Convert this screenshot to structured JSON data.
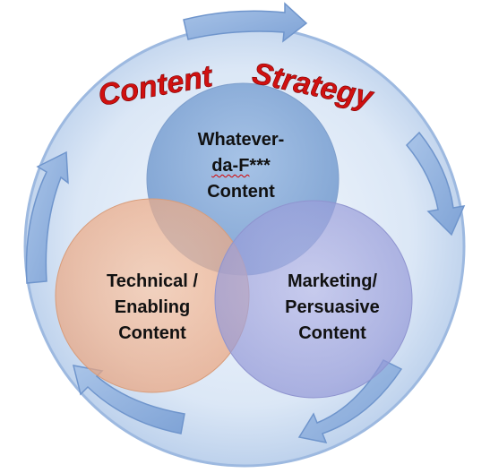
{
  "title": {
    "word1": "Content",
    "word2": "Strategy",
    "color": "#d01010"
  },
  "circles": {
    "top": {
      "line1": "Whatever-",
      "line2_underlined": "da-F",
      "line2_rest": "***",
      "line3": "Content",
      "color": "#7fa6d6"
    },
    "left": {
      "line1": "Technical /",
      "line2": "Enabling",
      "line3": "Content",
      "color": "#f2b38e"
    },
    "right": {
      "line1": "Marketing/",
      "line2": "Persuasive",
      "line3": "Content",
      "color": "#9ea3dc"
    }
  },
  "colors": {
    "outer_circle": "#c8d9ef",
    "arrows": "#8fb0dc"
  },
  "icons": [
    "cycle-arrow-icon"
  ]
}
